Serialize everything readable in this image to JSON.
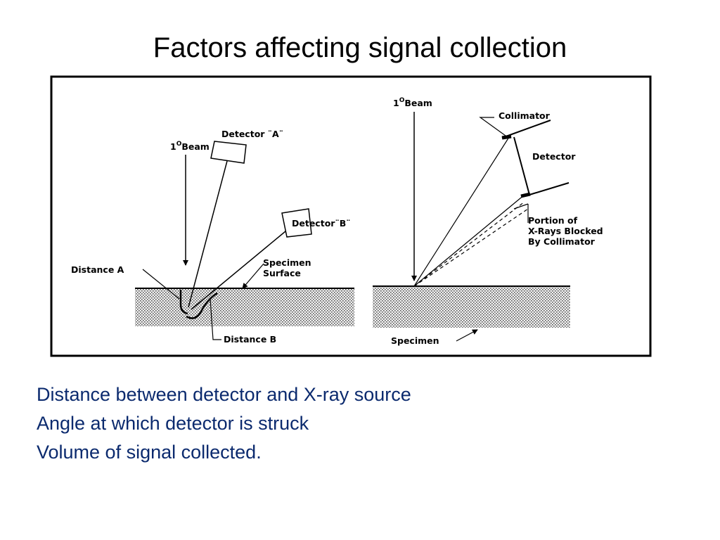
{
  "slide": {
    "title": "Factors affecting signal collection",
    "points": [
      "Distance between detector and X-ray source",
      "Angle at which detector is struck",
      "Volume of signal collected."
    ],
    "text_color": "#0b2a6e"
  },
  "diagram": {
    "left": {
      "beam_prefix": "1",
      "beam_superscript": "O",
      "beam_word": "Beam",
      "detector_a": "Detector ¨A¨",
      "detector_b": "Detector¨B¨",
      "distance_a": "Distance A",
      "specimen_surface_line1": "Specimen",
      "specimen_surface_line2": "Surface",
      "distance_b": "Distance B"
    },
    "right": {
      "beam_prefix": "1",
      "beam_superscript": "O",
      "beam_word": "Beam",
      "collimator": "Collimator",
      "detector": "Detector",
      "blocked_line1": "Portion of",
      "blocked_line2": "X-Rays Blocked",
      "blocked_line3": "By Collimator",
      "specimen": "Specimen"
    }
  }
}
